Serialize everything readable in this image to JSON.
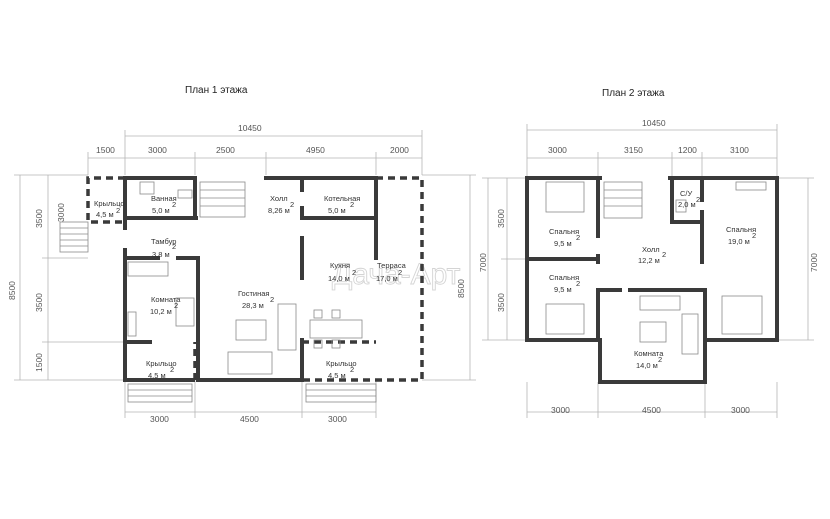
{
  "titles": {
    "floor1": "План 1 этажа",
    "floor2": "План 2 этажа"
  },
  "watermark": "Дача-Арт",
  "floor1": {
    "dims_top": {
      "total": "10450",
      "d1": "1500",
      "d2": "3000",
      "d3": "2500",
      "d4": "4950",
      "d5": "2000"
    },
    "dims_bottom": {
      "d1": "3000",
      "d2": "4500",
      "d3": "3000"
    },
    "dims_left": {
      "total": "8500",
      "d1": "3500",
      "d1b": "3000",
      "d2": "3500",
      "d3": "1500"
    },
    "dims_right": {
      "total": "8500"
    },
    "rooms": {
      "porch_left": {
        "name": "Крыльцо",
        "area": "4,5 м"
      },
      "bathroom": {
        "name": "Ванная",
        "area": "5,0 м"
      },
      "hall": {
        "name": "Холл",
        "area": "8,26 м"
      },
      "boiler": {
        "name": "Котельная",
        "area": "5,0 м"
      },
      "vestibule": {
        "name": "Тамбур",
        "area": "3,8 м"
      },
      "kitchen": {
        "name": "Кухня",
        "area": "14,0 м"
      },
      "terrace": {
        "name": "Терраса",
        "area": "17,0 м"
      },
      "room": {
        "name": "Комната",
        "area": "10,2 м"
      },
      "living": {
        "name": "Гостиная",
        "area": "28,3 м"
      },
      "porch_bottom_left": {
        "name": "Крыльцо",
        "area": "4,5 м"
      },
      "porch_bottom_right": {
        "name": "Крыльцо",
        "area": "4,5 м"
      }
    }
  },
  "floor2": {
    "dims_top": {
      "total": "10450",
      "d1": "3000",
      "d2": "3150",
      "d3": "1200",
      "d4": "3100"
    },
    "dims_bottom": {
      "d1": "3000",
      "d2": "4500",
      "d3": "3000"
    },
    "dims_left": {
      "total": "7000",
      "d1": "3500",
      "d2": "3500"
    },
    "dims_right": {
      "total": "7000"
    },
    "rooms": {
      "bedroom1": {
        "name": "Спальня",
        "area": "9,5 м"
      },
      "wc": {
        "name": "С/У",
        "area": "2,0 м"
      },
      "bedroom3": {
        "name": "Спальня",
        "area": "19,0 м"
      },
      "hall": {
        "name": "Холл",
        "area": "12,2 м"
      },
      "bedroom2": {
        "name": "Спальня",
        "area": "9,5 м"
      },
      "room": {
        "name": "Комната",
        "area": "14,0 м"
      }
    }
  },
  "sq": "2"
}
